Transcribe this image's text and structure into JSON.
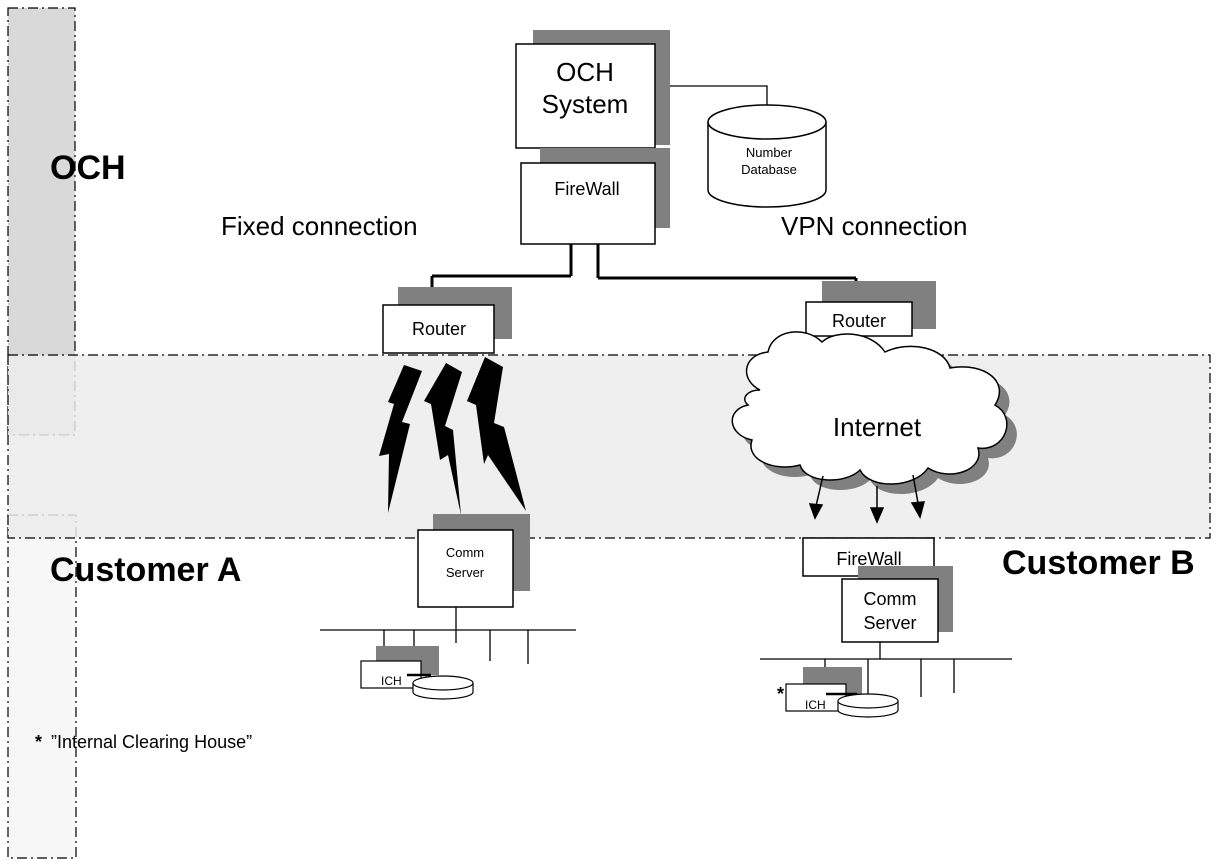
{
  "zones": {
    "och": "OCH",
    "customer_a": "Customer A",
    "customer_b": "Customer B"
  },
  "connections": {
    "fixed": "Fixed connection",
    "vpn": "VPN connection"
  },
  "nodes": {
    "och_system": [
      "OCH",
      "System"
    ],
    "number_database": [
      "Number",
      "Database"
    ],
    "firewall_top": "FireWall",
    "router_left": "Router",
    "router_right": "Router",
    "internet": "Internet",
    "firewall_b": "FireWall",
    "comm_server_a": [
      "Comm",
      "Server"
    ],
    "comm_server_b": [
      "Comm",
      "Server"
    ],
    "ich_a": "ICH",
    "ich_b": "ICH"
  },
  "footnote": {
    "marker": "*",
    "text": "”Internal Clearing House”"
  },
  "ich_b_marker": "*",
  "colors": {
    "shadow": "#808080",
    "zone_fill": "#d9d9d9",
    "band_fill": "#ececec",
    "lower_zone_fill": "#f7f7f7",
    "line": "#000000"
  }
}
